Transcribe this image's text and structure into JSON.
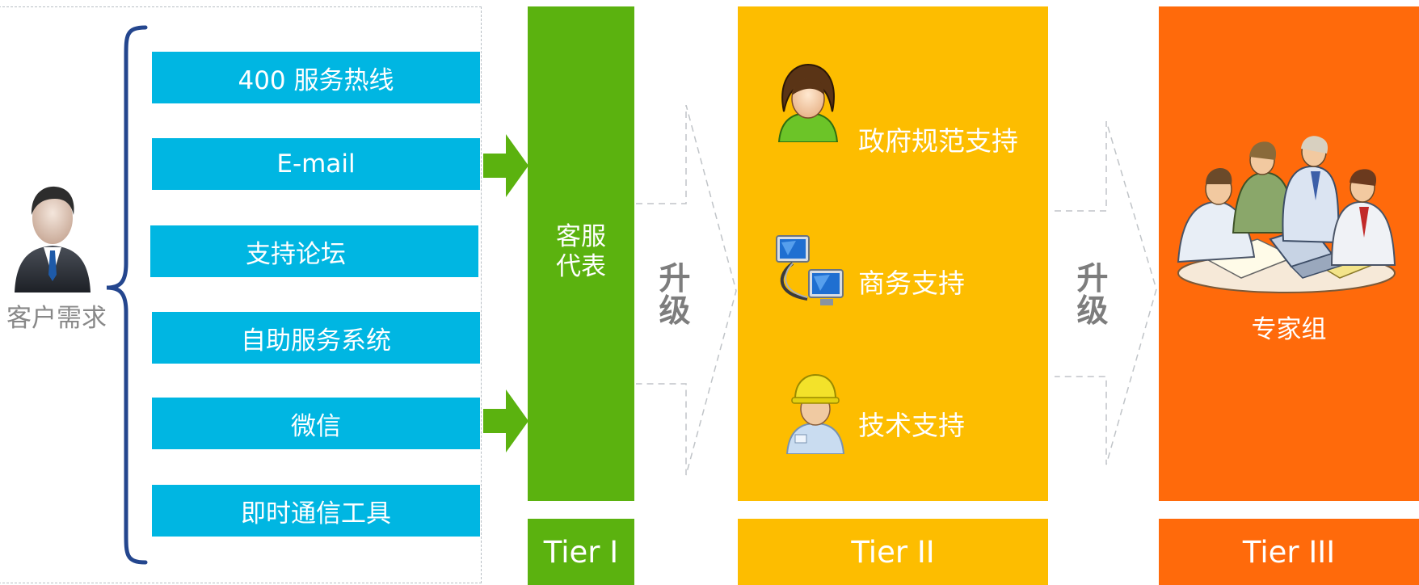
{
  "customer": {
    "label": "客户需求",
    "icon": "businessman-icon"
  },
  "channels": [
    {
      "label": "400 服务热线"
    },
    {
      "label": "E-mail"
    },
    {
      "label": "支持论坛"
    },
    {
      "label": "自助服务系统"
    },
    {
      "label": "微信"
    },
    {
      "label": "即时通信工具"
    }
  ],
  "tier1": {
    "label": "客服\n代表",
    "tier": "Tier I",
    "color": "#5bb20f"
  },
  "escalate1": {
    "label": "升\n级"
  },
  "tier2": {
    "items": [
      {
        "label": "政府规范支持",
        "icon": "woman-avatar-icon"
      },
      {
        "label": "商务支持",
        "icon": "networked-computers-icon"
      },
      {
        "label": "技术支持",
        "icon": "engineer-hardhat-icon"
      }
    ],
    "tier": "Tier II",
    "color": "#fdbd00"
  },
  "escalate2": {
    "label": "升\n级"
  },
  "tier3": {
    "label": "专家组",
    "icon": "expert-team-icon",
    "tier": "Tier III",
    "color": "#ff6a0b"
  },
  "colors": {
    "channel": "#00b6e2",
    "brace": "#24468e",
    "arrow": "#5bb20f",
    "escalate_text": "#7d7d7d"
  }
}
